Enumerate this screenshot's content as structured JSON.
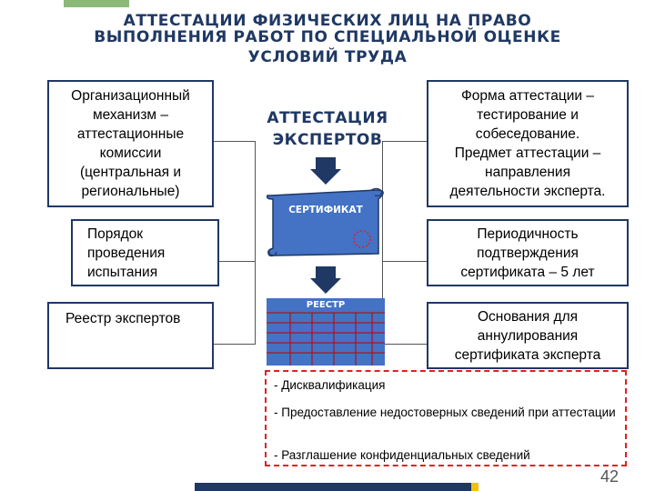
{
  "title": {
    "line1": "АТТЕСТАЦИИ ФИЗИЧЕСКИХ ЛИЦ НА ПРАВО",
    "line2": "ВЫПОЛНЕНИЯ РАБОТ ПО СПЕЦИАЛЬНОЙ ОЦЕНКЕ",
    "line3": "УСЛОВИЙ ТРУДА"
  },
  "center": {
    "title_line1": "АТТЕСТАЦИЯ",
    "title_line2": "ЭКСПЕРТОВ",
    "certificate_label": "СЕРТИФИКАТ",
    "registry_label": "РЕЕСТР"
  },
  "left_boxes": {
    "org": [
      "Организационный",
      "механизм –",
      "аттестационные",
      "комиссии",
      "(центральная и",
      "региональные)"
    ],
    "procedure": [
      "Порядок",
      "проведения",
      "испытания"
    ],
    "registry": [
      "Реестр экспертов"
    ]
  },
  "right_boxes": {
    "form": [
      "Форма аттестации –",
      "тестирование и",
      "собеседование.",
      "Предмет аттестации –",
      "направления",
      "деятельности эксперта."
    ],
    "periodicity": [
      "Периодичность",
      "подтверждения",
      "сертификата – 5 лет"
    ],
    "grounds": [
      "Основания для",
      "аннулирования",
      "сертификата эксперта"
    ]
  },
  "reasons": [
    "- Дисквалификация",
    "- Предоставление недостоверных сведений при аттестации",
    "- Разглашение конфиденциальных сведений"
  ],
  "page_number": "42",
  "colors": {
    "navy": "#1f3864",
    "blue": "#4472c4",
    "red": "#e02020",
    "green": "#8cb878",
    "yellow": "#f2c200"
  }
}
